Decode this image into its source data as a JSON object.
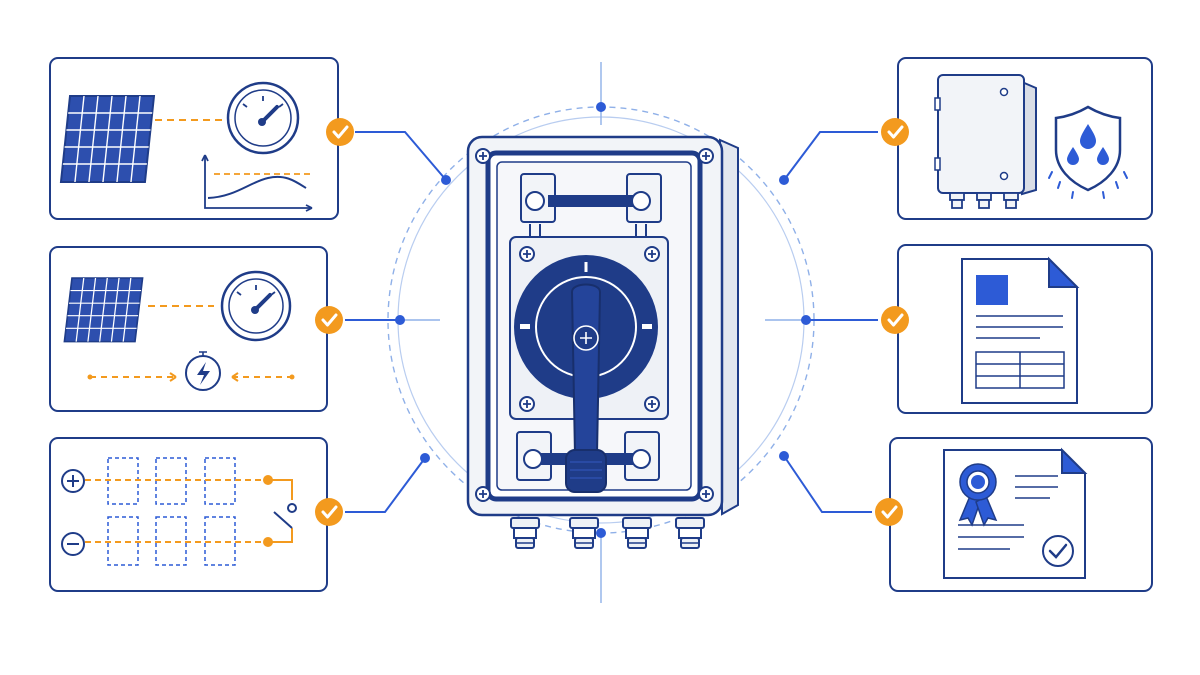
{
  "colors": {
    "navy": "#1f3c88",
    "blue": "#2d5bd6",
    "light_blue": "#8fb0e8",
    "orange": "#f39a1e",
    "grey": "#d9dde6",
    "box_fill": "#f2f4f8"
  },
  "panels": [
    {
      "id": "max-voltage-rating",
      "side": "left",
      "icons": [
        "solar-panel-icon",
        "gauge-icon",
        "curve-graph-icon",
        "check-icon"
      ]
    },
    {
      "id": "current-rating",
      "side": "left",
      "icons": [
        "solar-panel-icon",
        "gauge-icon",
        "lightning-icon",
        "check-icon"
      ]
    },
    {
      "id": "string-configuration",
      "side": "left",
      "icons": [
        "plus-terminal-icon",
        "minus-terminal-icon",
        "switch-icon",
        "check-icon"
      ]
    },
    {
      "id": "enclosure-protection",
      "side": "right",
      "icons": [
        "enclosure-box-icon",
        "water-shield-icon",
        "check-icon"
      ]
    },
    {
      "id": "datasheet",
      "side": "right",
      "icons": [
        "document-icon",
        "check-icon"
      ]
    },
    {
      "id": "certification",
      "side": "right",
      "icons": [
        "certificate-icon",
        "ribbon-icon",
        "check-icon"
      ]
    }
  ],
  "center": {
    "id": "dc-isolator-switch",
    "icons": [
      "rotary-handle-icon",
      "cable-gland-icon",
      "screw-icon"
    ]
  }
}
